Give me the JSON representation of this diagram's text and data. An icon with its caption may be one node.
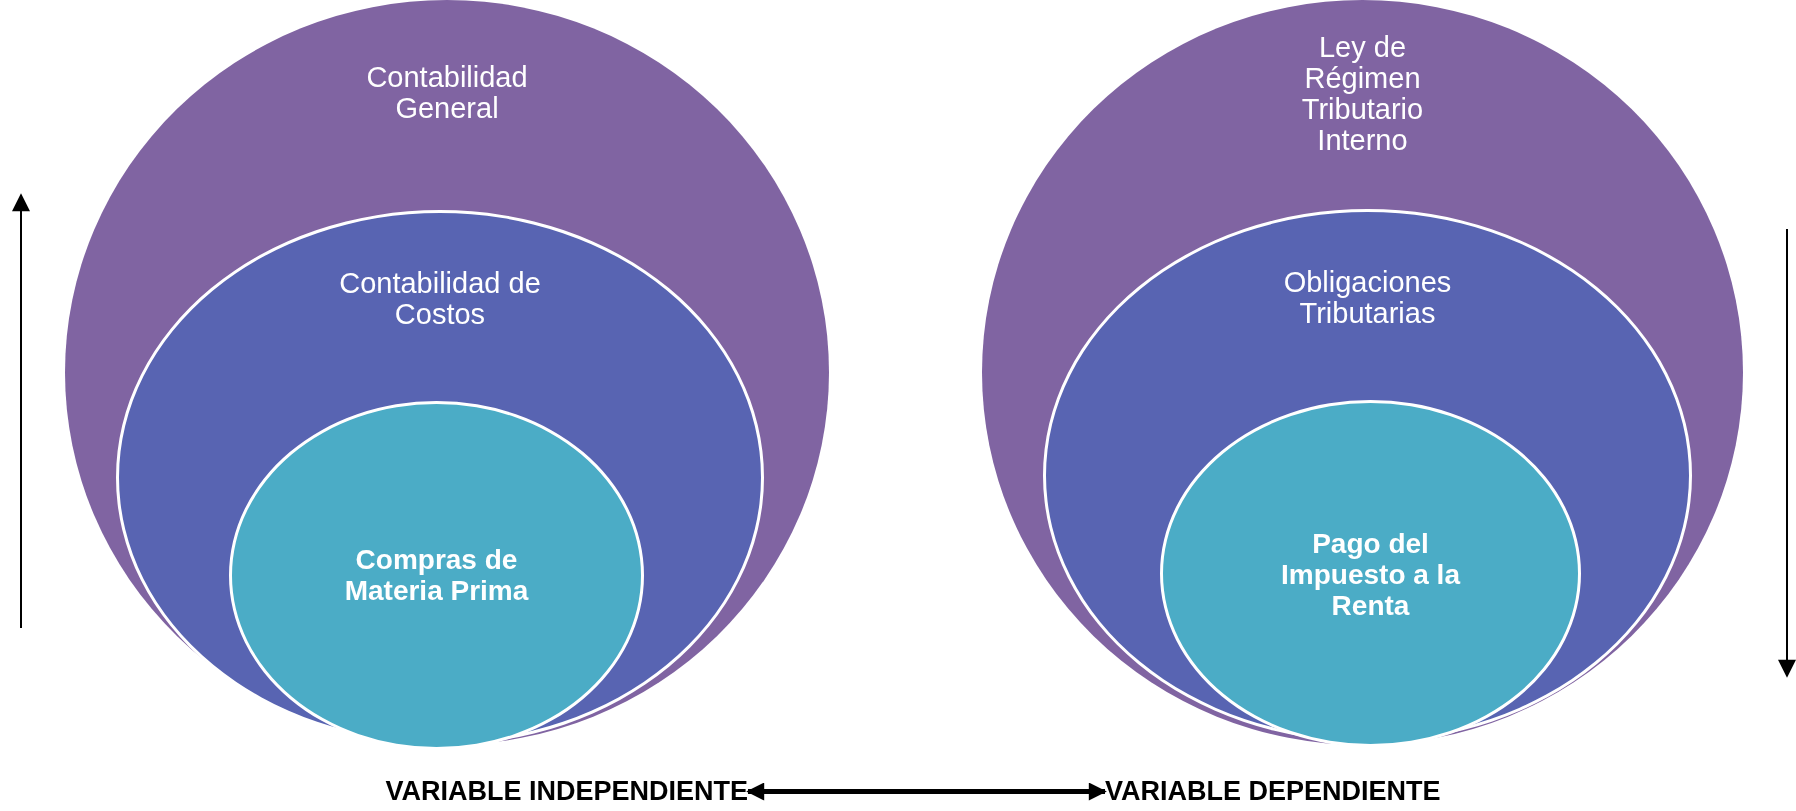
{
  "diagram": {
    "nodes": [
      {
        "text": [
          "Contabilidad General"
        ]
      },
      {
        "text": [
          "Contabilidad de Costos"
        ],
        "in": 0
      },
      {
        "text": [
          "Compras de Materia Prima"
        ],
        "in": 1
      },
      {
        "text": [
          "Ley de Régimen Tributario Interno"
        ]
      },
      {
        "text": [
          "Obligaciones Tributarias"
        ],
        "in": 3
      },
      {
        "text": [
          "Pago del Impuesto a la Renta"
        ],
        "in": 4
      },
      {
        "text": [
          "VARIABLE INDEPENDIENTE"
        ]
      },
      {
        "text": [
          "VARIABLE DEPENDIENTE"
        ]
      }
    ],
    "edges": [
      {
        "from": 6,
        "to": 7,
        "arrow": "both"
      }
    ]
  }
}
